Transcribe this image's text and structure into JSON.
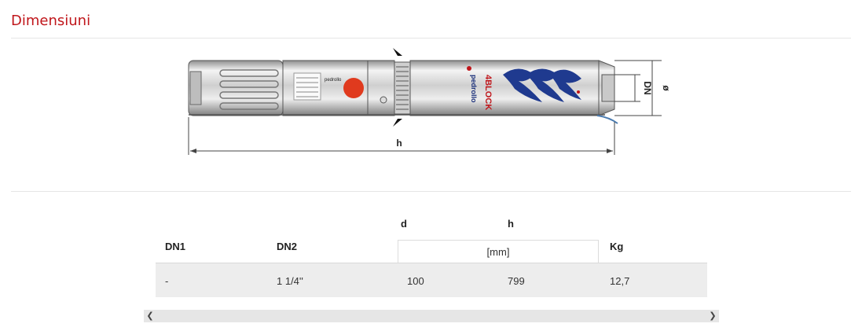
{
  "section": {
    "title": "Dimensiuni"
  },
  "drawing": {
    "dimension_labels": {
      "length": "h",
      "outlet": "DN",
      "diameter": "ø"
    },
    "brand_text": "pedrollo",
    "product_text": "4BLOCK"
  },
  "table": {
    "headers": {
      "dn1": "DN1",
      "dn2": "DN2",
      "d": "d",
      "h": "h",
      "unit": "[mm]",
      "kg": "Kg"
    },
    "rows": [
      {
        "dn1": "-",
        "dn2": "1 1/4''",
        "d": "100",
        "h": "799",
        "kg": "12,7"
      }
    ]
  },
  "scrollbar": {
    "left_icon": "chevron-left-icon",
    "right_icon": "chevron-right-icon"
  },
  "colors": {
    "title": "#c0161b",
    "row_bg": "#ededed"
  }
}
